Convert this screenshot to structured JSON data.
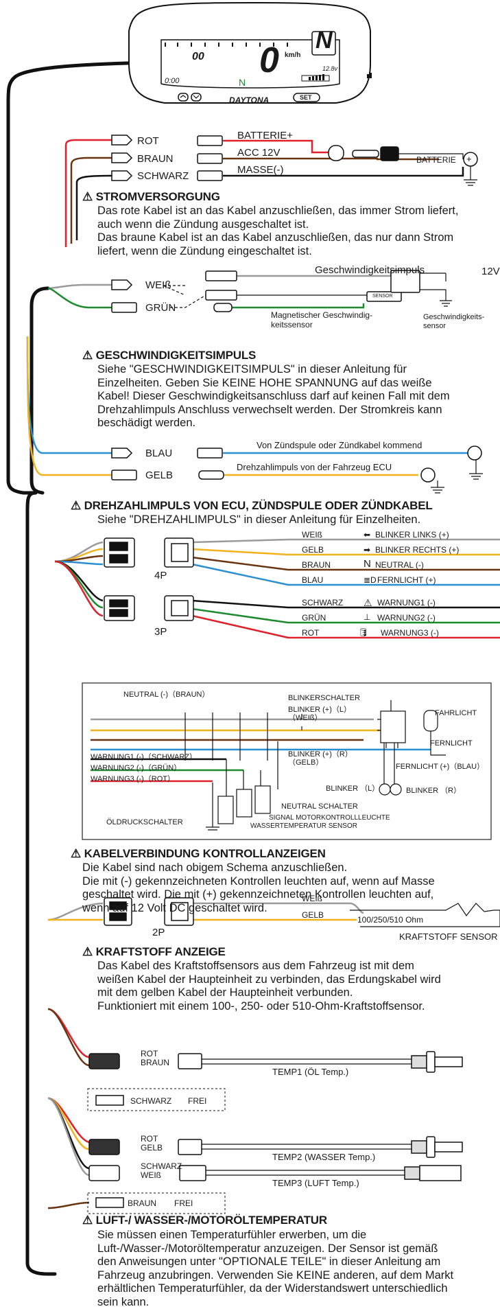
{
  "colors": {
    "red": "#e0202a",
    "brown": "#6b3410",
    "black": "#111111",
    "gray": "#9a9a9a",
    "green": "#1d8a2e",
    "blue": "#2a8fd0",
    "yellow": "#f2b21b"
  },
  "meter": {
    "brand": "DAYTONA",
    "set_label": "SET",
    "gear": "N",
    "speed_digit": "0",
    "speed_unit": "km/h",
    "mini_digits": "00",
    "left_bottom": "0:00",
    "neutral": "N",
    "voltage": "12.8v"
  },
  "power": {
    "wires": [
      "ROT",
      "BRAUN",
      "SCHWARZ"
    ],
    "targets": [
      "BATTERIE+",
      "ACC 12V",
      "MASSE(-)"
    ],
    "battery": "BATTERIE",
    "heading": "STROMVERSORGUNG",
    "text": [
      "Das rote Kabel ist an das Kabel anzuschließen, das immer Strom liefert,",
      "auch wenn die Zündung ausgeschaltet ist.",
      "Das braune Kabel ist an das Kabel anzuschließen, das nur dann Strom",
      "liefert, wenn die Zündung eingeschaltet ist."
    ]
  },
  "speed": {
    "wires": [
      "WEIß",
      "GRÜN"
    ],
    "pulse": "Geschwindigkeitsimpuls",
    "v12": "12V",
    "magnetic": [
      "Magnetischer Geschwindig-",
      "keitssensor"
    ],
    "sensor_label": [
      "Geschwindigkeits-",
      "sensor"
    ],
    "sensor_box": "SENSOR",
    "heading": "GESCHWINDIGKEITSIMPULS",
    "text": [
      "Siehe \"GESCHWINDIGKEITSIMPULS\" in dieser Anleitung für",
      "Einzelheiten. Geben Sie KEINE HOHE SPANNUNG auf das weiße",
      "Kabel! Dieser Geschwindigkeitsanschluss darf auf keinen Fall mit dem",
      "Drehzahlimpuls Anschluss verwechselt werden. Der Stromkreis kann",
      "beschädigt werden."
    ]
  },
  "rpm": {
    "wires": [
      "BLAU",
      "GELB"
    ],
    "sources": [
      "Von Zündspule oder Zündkabel kommend",
      "Drehzahlimpuls von der Fahrzeug ECU"
    ],
    "heading": "DREHZAHLIMPULS VON ECU, ZÜNDSPULE ODER ZÜNDKABEL",
    "text": [
      "Siehe \"DREHZAHLIMPULS\" in dieser Anleitung für Einzelheiten."
    ]
  },
  "indicators": {
    "conn4": "4P",
    "conn3": "3P",
    "rows": [
      {
        "wire": "WEIß",
        "label": "BLINKER LINKS (+)"
      },
      {
        "wire": "GELB",
        "label": "BLINKER RECHTS (+)"
      },
      {
        "wire": "BRAUN",
        "label": "NEUTRAL (-)"
      },
      {
        "wire": "BLAU",
        "label": "FERNLICHT (+)"
      },
      {
        "wire": "SCHWARZ",
        "label": "WARNUNG1 (-)"
      },
      {
        "wire": "GRÜN",
        "label": "WARNUNG2 (-)"
      },
      {
        "wire": "ROT",
        "label": "WARNUNG3 (-)"
      }
    ]
  },
  "schema": {
    "neutral": "NEUTRAL (-)（BRAUN）",
    "blinkerschalter": "BLINKERSCHALTER",
    "blinker_l": [
      "BLINKER (+)（L）",
      "（WEIß）"
    ],
    "fahrlicht": "FAHRLICHT",
    "fernlicht": "FERNLICHT",
    "w1": "WARNUNG1 (-)（SCHWARZ）",
    "w2": "WARNUNG2 (-)（GRÜN）",
    "w3": "WARNUNG3 (-)（ROT）",
    "blinker_r": [
      "BLINKER (+)（R）",
      "（GELB）"
    ],
    "fernlicht_blau": "FERNLICHT (+)（BLAU）",
    "blinker_l2": "BLINKER （L）",
    "blinker_r2": "BLINKER （R）",
    "neutral_schalter": "NEUTRAL SCHALTER",
    "oeldruck": "ÖLDRUCKSCHALTER",
    "signal": "SIGNAL MOTORKONTROLLLEUCHTE",
    "wasser": "WASSERTEMPERATUR SENSOR"
  },
  "indicator_text": {
    "heading": "KABELVERBINDUNG KONTROLLANZEIGEN",
    "text": [
      "Die Kabel sind nach obigem Schema anzuschließen.",
      "Die mit (-) gekennzeichneten Kontrollen leuchten auf, wenn auf Masse",
      "geschaltet wird. Die mit (+) gekennzeichneten Kontrollen leuchten auf,",
      "wenn auf 12 Volt DC geschaltet wird."
    ]
  },
  "fuel": {
    "wires": [
      "WEIß",
      "GELB"
    ],
    "conn": "2P",
    "ohm": "100/250/510 Ohm",
    "sensor": "KRAFTSTOFF SENSOR",
    "heading": "KRAFTSTOFF ANZEIGE",
    "text": [
      "Das Kabel des Kraftstoffsensors aus dem Fahrzeug ist mit dem",
      "weißen Kabel der Haupteinheit zu verbinden, das Erdungskabel wird",
      "mit dem gelben Kabel der Haupteinheit verbunden.",
      "Funktioniert mit einem 100-, 250- oder 510-Ohm-Kraftstoffsensor."
    ]
  },
  "temp": {
    "t1_wires": [
      "ROT",
      "BRAUN"
    ],
    "t1_free": [
      "SCHWARZ",
      "FREI"
    ],
    "t1": "TEMP1 (ÖL Temp.)",
    "t2_wires": [
      "ROT",
      "GELB"
    ],
    "t2": "TEMP2 (WASSER Temp.)",
    "t3_wires": [
      "SCHWARZ",
      "WEIß"
    ],
    "t3": "TEMP3 (LUFT Temp.)",
    "t3_free": [
      "BRAUN",
      "FREI"
    ],
    "heading": "LUFT-/ WASSER-/MOTORÖLTEMPERATUR",
    "text": [
      "Sie müssen einen Temperaturfühler erwerben, um die",
      "Luft-/Wasser-/Motoröltemperatur anzuzeigen. Der Sensor ist gemäß",
      "den Anweisungen unter \"OPTIONALE TEILE\" in dieser Anleitung am",
      "Fahrzeug anzubringen. Verwenden Sie KEINE anderen, auf dem Markt",
      "erhältlichen Temperaturfühler, da der Widerstandswert unterschiedlich",
      "sein kann."
    ]
  }
}
